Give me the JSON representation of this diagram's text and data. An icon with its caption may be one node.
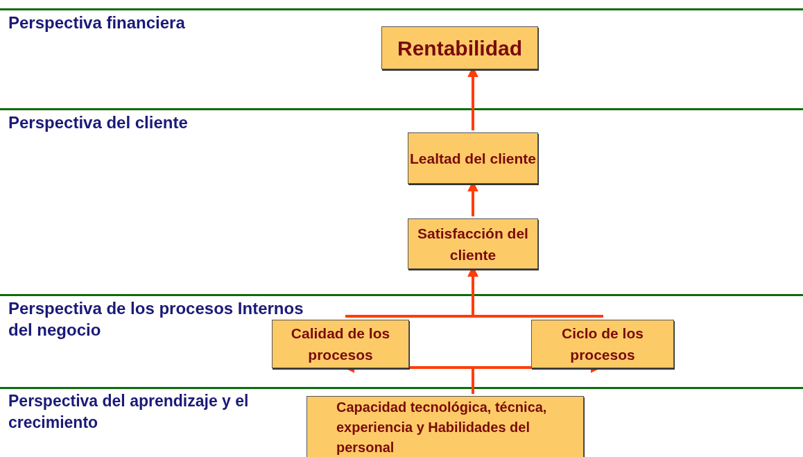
{
  "diagram": {
    "nodes": [
      {
        "text": [
          "Perspectiva financiera"
        ]
      },
      {
        "text": [
          "Rentabilidad"
        ],
        "in": 0
      },
      {
        "text": [
          "Perspectiva del cliente"
        ]
      },
      {
        "text": [
          "Lealtad del cliente"
        ],
        "in": 2
      },
      {
        "text": [
          "Satisfacción del cliente"
        ],
        "in": 2
      },
      {
        "text": [
          "Perspectiva de los procesos Internos del negocio"
        ]
      },
      {
        "text": [
          "Calidad de los procesos"
        ],
        "in": 5
      },
      {
        "text": [
          "Ciclo de los procesos"
        ],
        "in": 5
      },
      {
        "text": [
          "Perspectiva del aprendizaje y el crecimiento"
        ]
      },
      {
        "text": [
          "Capacidad tecnológica, técnica, experiencia y Habilidades del personal"
        ],
        "in": 8
      }
    ],
    "edges": [
      {
        "from": 3,
        "to": 1,
        "arrow": "to"
      },
      {
        "from": 4,
        "to": 3,
        "arrow": "to"
      },
      {
        "from": 6,
        "to": 4,
        "arrow": "to"
      },
      {
        "from": 7,
        "to": 4,
        "arrow": "to"
      },
      {
        "from": 9,
        "to": 6,
        "arrow": "to"
      },
      {
        "from": 9,
        "to": 7,
        "arrow": "to"
      }
    ]
  }
}
